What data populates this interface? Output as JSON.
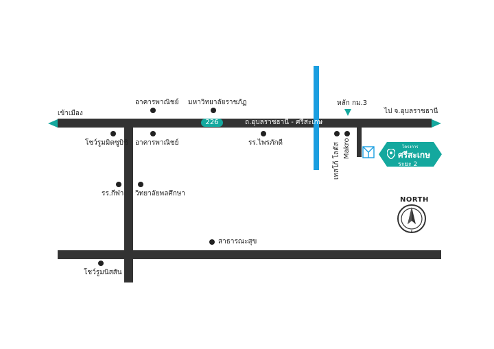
{
  "colors": {
    "road": "#333333",
    "river": "#1a9ee0",
    "accent": "#14a89e",
    "marker": "#1a9ee0"
  },
  "map": {
    "road_number": "226",
    "main_road_name": "ถ.อุบลราชธานี - ศรีสะเกษ",
    "to_city": "เข้าเมือง",
    "to_ubon": "ไป จ.อุบลราชธานี",
    "km_post": "หลัก กม.3",
    "north_label": "NORTH",
    "landmarks": {
      "commercial_building_top": "อาคารพาณิชย์",
      "rajabhat_university": "มหาวิทยาลัยราชภัฏ",
      "commercial_building_bottom": "อาคารพาณิชย์",
      "showroom_mitsubishi": "โชว์รูมมิตซูบิชิ",
      "school_phrai_phakdi": "รร.ไพรภักดี",
      "school_kila": "รร.กีฬา",
      "physical_education_college": "วิทยาลัยพลศึกษา",
      "public_health": "สาธารณะสุข",
      "showroom_nissan": "โชว์รูมนิสสัน",
      "tesco_lotus": "เทสโก้ โลตัส",
      "makro": "Makro"
    },
    "project": {
      "small_label": "โครงการ",
      "name": "ศรีสะเกษ",
      "phase": "ระยะ 2",
      "marker_icon": "location-pin-icon",
      "building_icon": "building-icon"
    }
  }
}
